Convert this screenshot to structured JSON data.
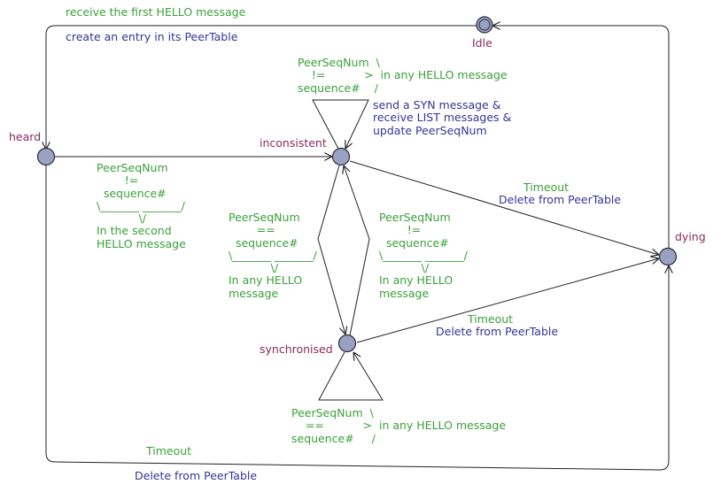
{
  "colors": {
    "location_fill": "#9aa2c4",
    "location_stroke": "#2b2b3a",
    "edge": "#222222",
    "location_name": "#8a2b5c",
    "guard_text": "#3aa13a",
    "update_text": "#34349a"
  },
  "locations": {
    "idle": "Idle",
    "heard": "heard",
    "inconsistent": "inconsistent",
    "synchronised": "synchronised",
    "dying": "dying"
  },
  "edges": {
    "idle_heard": {
      "sync": "receive the first HELLO message",
      "update": "create an entry in its PeerTable"
    },
    "inconsistent_loop": {
      "guard": "PeerSeqNum  \\\n    !=           >  in any HELLO message\nsequence#    /",
      "update": "send a SYN message &\nreceive LIST messages &\nupdate PeerSeqNum"
    },
    "heard_inconsistent": {
      "guard": "PeerSeqNum\n        !=\n  sequence#\n\\_______ _______/\n            \\/\nIn the second\nHELLO message"
    },
    "inconsistent_synchronised": {
      "guard": "PeerSeqNum\n        ==\n  sequence#\n\\_______ _______/\n            \\/\nIn any HELLO\nmessage"
    },
    "synchronised_inconsistent": {
      "guard": "PeerSeqNum\n        !=\n  sequence#\n\\_______ _______/\n            \\/\nIn any HELLO\nmessage"
    },
    "inconsistent_dying": {
      "guard": "Timeout",
      "update": "Delete from PeerTable"
    },
    "synchronised_dying": {
      "guard": "Timeout",
      "update": "Delete from PeerTable"
    },
    "synchronised_loop": {
      "guard": "PeerSeqNum  \\\n    ==           >  in any HELLO message\nsequence#     /"
    },
    "heard_dying": {
      "guard": "Timeout",
      "update": "Delete from PeerTable"
    }
  }
}
